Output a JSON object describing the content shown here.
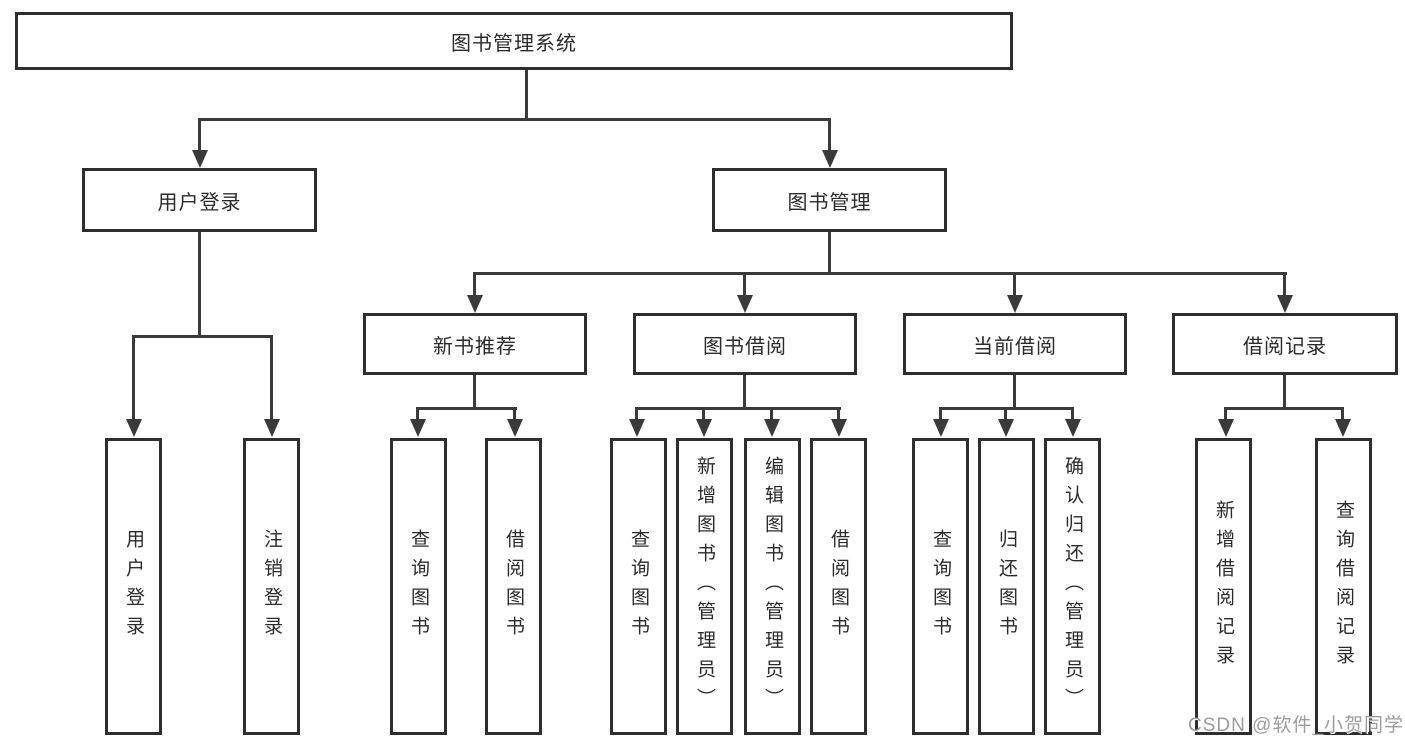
{
  "diagram_title": "图书管理系统",
  "watermark": "CSDN @软件_小贺同学",
  "colors": {
    "line": "#3a3a3a",
    "box_border": "#2e2e2e",
    "text": "#2b2b2b",
    "background": "#ffffff",
    "watermark": "#9d9d9d"
  },
  "nodes": [
    {
      "name": "root",
      "label": "图书管理系统",
      "parent": null
    },
    {
      "name": "user-login",
      "label": "用户登录",
      "parent": "root"
    },
    {
      "name": "book-management",
      "label": "图书管理",
      "parent": "root"
    },
    {
      "name": "new-book-recommendation",
      "label": "新书推荐",
      "parent": "book-management"
    },
    {
      "name": "book-borrowing",
      "label": "图书借阅",
      "parent": "book-management"
    },
    {
      "name": "current-borrowing",
      "label": "当前借阅",
      "parent": "book-management"
    },
    {
      "name": "borrowing-records",
      "label": "借阅记录",
      "parent": "book-management"
    },
    {
      "name": "user-login-leaf",
      "label": "用户登录",
      "parent": "user-login"
    },
    {
      "name": "logout",
      "label": "注销登录",
      "parent": "user-login"
    },
    {
      "name": "query-books-recommend",
      "label": "查询图书",
      "parent": "new-book-recommendation"
    },
    {
      "name": "borrow-books-recommend",
      "label": "借阅图书",
      "parent": "new-book-recommendation"
    },
    {
      "name": "query-books-borrow",
      "label": "查询图书",
      "parent": "book-borrowing"
    },
    {
      "name": "add-books-admin",
      "label": "新增图书（管理员）",
      "parent": "book-borrowing"
    },
    {
      "name": "edit-books-admin",
      "label": "编辑图书（管理员）",
      "parent": "book-borrowing"
    },
    {
      "name": "borrow-books-borrow",
      "label": "借阅图书",
      "parent": "book-borrowing"
    },
    {
      "name": "query-books-current",
      "label": "查询图书",
      "parent": "current-borrowing"
    },
    {
      "name": "return-books",
      "label": "归还图书",
      "parent": "current-borrowing"
    },
    {
      "name": "confirm-return-admin",
      "label": "确认归还（管理员）",
      "parent": "current-borrowing"
    },
    {
      "name": "add-borrowing-record",
      "label": "新增借阅记录",
      "parent": "borrowing-records"
    },
    {
      "name": "query-borrowing-record",
      "label": "查询借阅记录",
      "parent": "borrowing-records"
    }
  ]
}
